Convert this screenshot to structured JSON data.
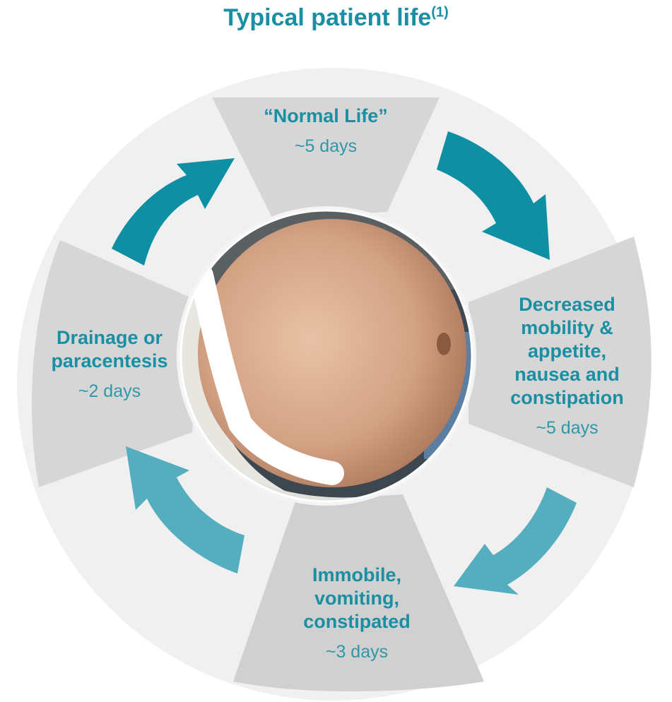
{
  "title": {
    "text": "Typical patient life",
    "footnote": "(1)"
  },
  "colors": {
    "title": "#1a8fa3",
    "stage_text": "#1a8fa3",
    "duration_text": "#2e98aa",
    "outer_ring": "#f0f0f0",
    "panel_upper": "#d6d6d6",
    "panel_lower": "#d0d0d0",
    "arrow_dark": "#0e8fa3",
    "arrow_light": "#55aebf"
  },
  "stages": [
    {
      "label": "“Normal Life”",
      "duration": "~5 days"
    },
    {
      "label": "Decreased\nmobility &\nappetite,\nnausea and\nconstipation",
      "duration": "~5 days"
    },
    {
      "label": "Immobile,\nvomiting,\nconstipated",
      "duration": "~3 days"
    },
    {
      "label": "Drainage or\nparacentesis",
      "duration": "~2 days"
    }
  ],
  "center_image": {
    "subject": "photo of swollen abdomen"
  }
}
